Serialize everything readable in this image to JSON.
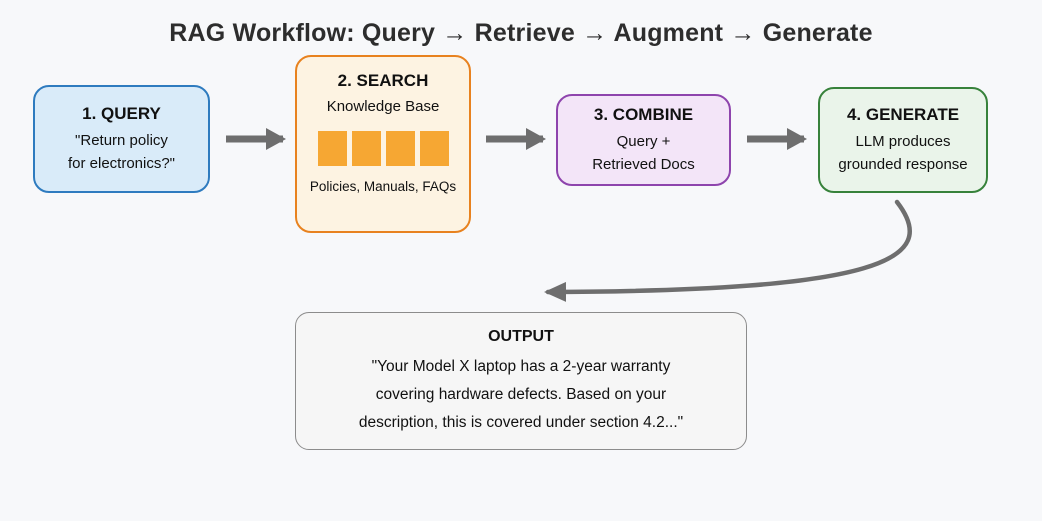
{
  "title": "RAG Workflow: Query → Retrieve → Augment → Generate",
  "nodes": {
    "query": {
      "heading": "1. QUERY",
      "body": "\"Return policy\nfor electronics?\""
    },
    "search": {
      "heading": "2. SEARCH",
      "subtitle": "Knowledge Base",
      "square_count": 4,
      "caption": "Policies, Manuals, FAQs"
    },
    "combine": {
      "heading": "3. COMBINE",
      "body": "Query +\nRetrieved Docs"
    },
    "generate": {
      "heading": "4. GENERATE",
      "body": "LLM produces\ngrounded response"
    }
  },
  "output": {
    "heading": "OUTPUT",
    "body": "\"Your Model X laptop has a 2-year warranty\ncovering hardware defects. Based on your\ndescription, this is covered under section 4.2...\""
  },
  "colors": {
    "background": "#f7f8fa",
    "query_border": "#2e7bbf",
    "query_bg": "#d9ebf9",
    "search_border": "#e8821f",
    "search_bg": "#fdf3e2",
    "doc_square": "#f6a733",
    "combine_border": "#8e44ad",
    "combine_bg": "#f3e5f8",
    "generate_border": "#37823b",
    "generate_bg": "#eaf4ea",
    "output_border": "#8c8c8c",
    "output_bg": "#f6f6f6",
    "arrow": "#6e6e6e"
  }
}
